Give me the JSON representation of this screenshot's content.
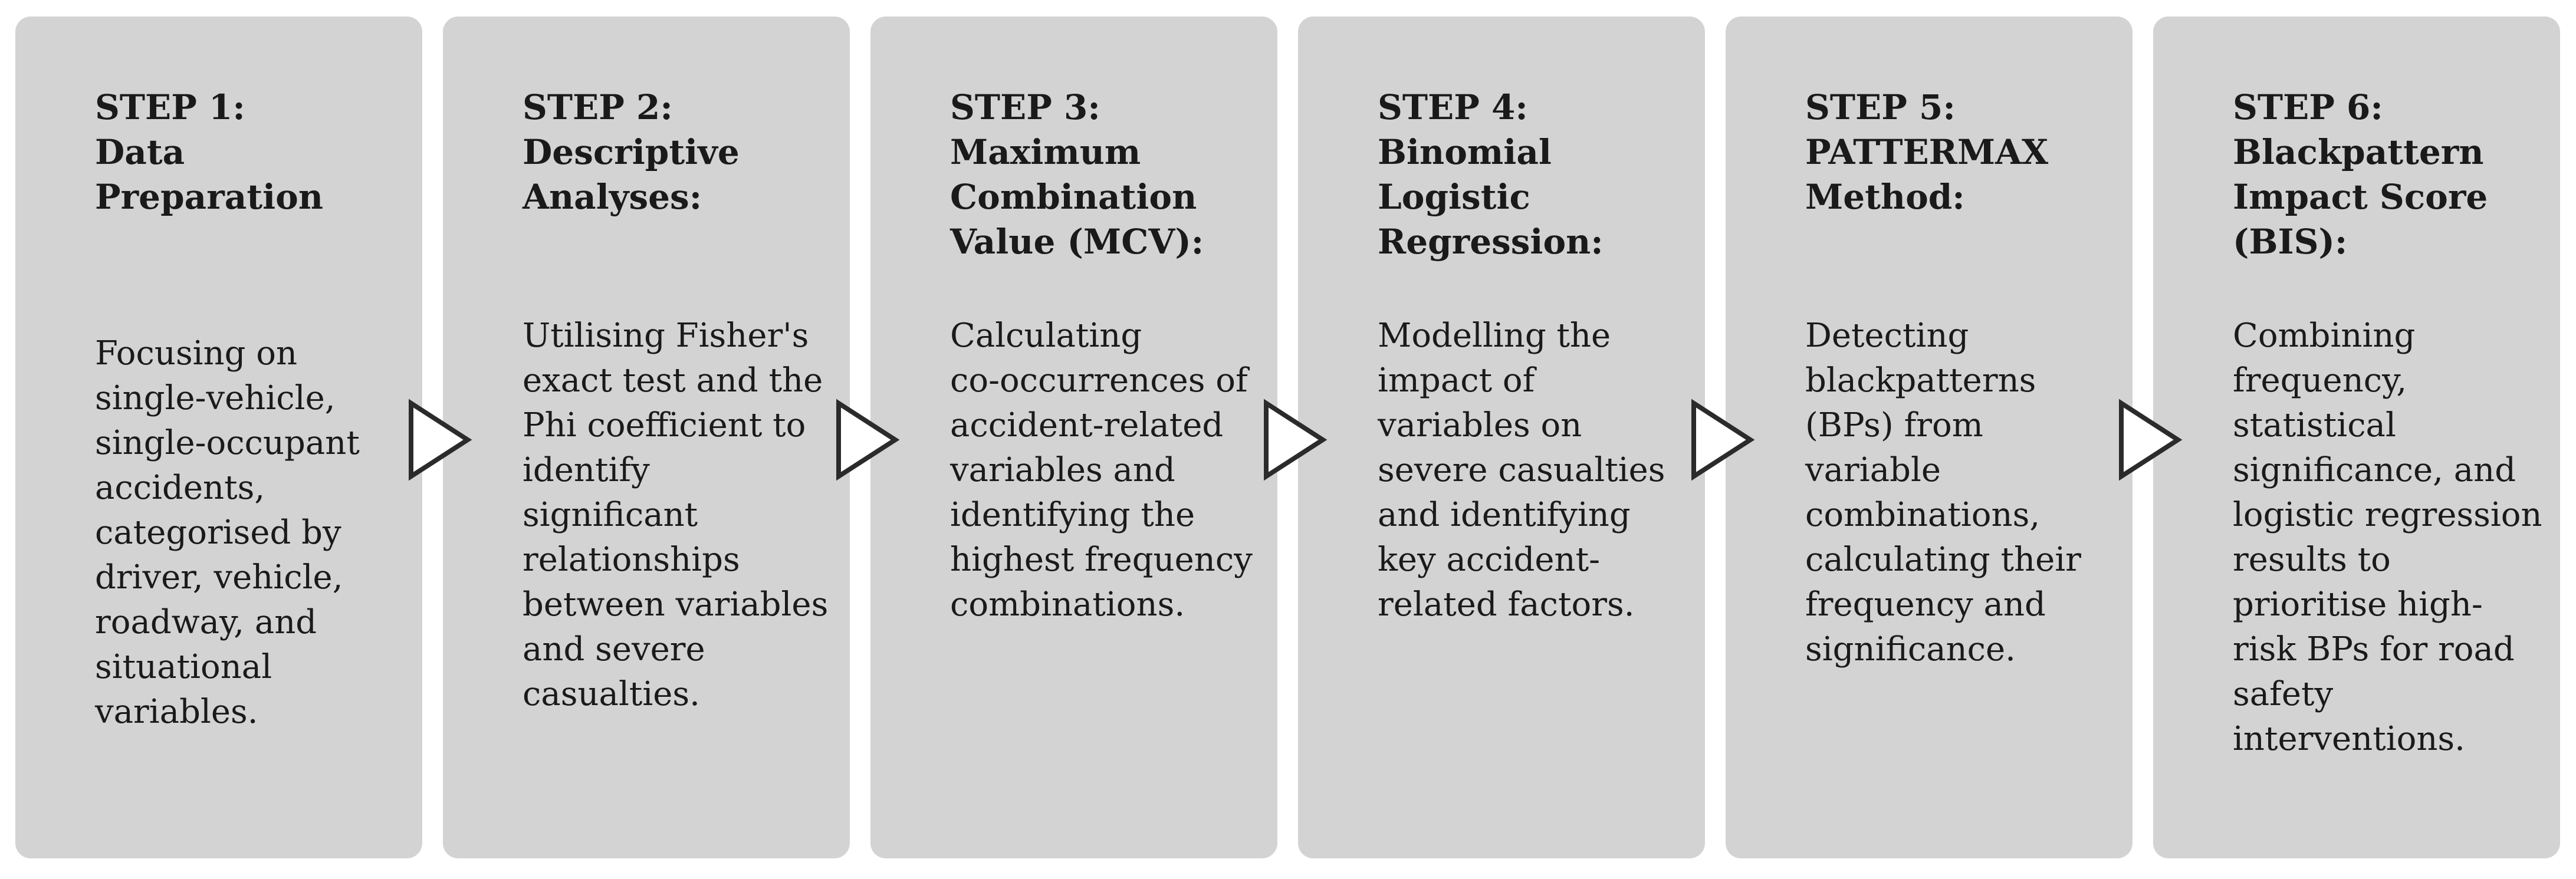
{
  "steps": [
    {
      "title_lines": [
        "STEP 1:",
        "Data",
        "Preparation"
      ],
      "desc_lines": [
        "Focusing on",
        "single-vehicle,",
        "single-occupant",
        "accidents,",
        "categorised by",
        "driver, vehicle,",
        "roadway, and",
        "situational",
        "variables."
      ]
    },
    {
      "title_lines": [
        "STEP 2:",
        "Descriptive",
        "Analyses:"
      ],
      "desc_lines": [
        "Utilising Fisher's",
        "exact test and the",
        "Phi coefficient to",
        "identify",
        "significant",
        "relationships",
        "between variables",
        "and severe",
        "casualties."
      ]
    },
    {
      "title_lines": [
        "STEP 3:",
        "Maximum",
        "Combination",
        "Value (MCV):"
      ],
      "desc_lines": [
        "Calculating",
        "co-occurrences of",
        "accident-related",
        "variables and",
        "identifying the",
        "highest frequency",
        "combinations."
      ]
    },
    {
      "title_lines": [
        "STEP 4:",
        "Binomial",
        "Logistic",
        "Regression:"
      ],
      "desc_lines": [
        "Modelling the",
        "impact of",
        "variables on",
        "severe casualties",
        "and identifying",
        "key accident-",
        "related factors."
      ]
    },
    {
      "title_lines": [
        "STEP 5:",
        "PATTERMAX",
        "Method:"
      ],
      "desc_lines": [
        "Detecting",
        "blackpatterns",
        "(BPs) from",
        "variable",
        "combinations,",
        "calculating their",
        "frequency and",
        "significance."
      ]
    },
    {
      "title_lines": [
        "STEP 6:",
        "Blackpattern",
        "Impact Score",
        "(BIS):"
      ],
      "desc_lines": [
        "Combining",
        "frequency,",
        "statistical",
        "significance, and",
        "logistic regression",
        "results to",
        "prioritise high-",
        "risk BPs for road",
        "safety",
        "interventions."
      ]
    }
  ],
  "colors": {
    "box_fill": "#d3d3d3",
    "text": "#1a1a1a",
    "arrow_stroke": "#2b2b2b",
    "arrow_fill": "#ffffff"
  },
  "icons": {
    "connector": "triangle-arrow-right-icon"
  }
}
